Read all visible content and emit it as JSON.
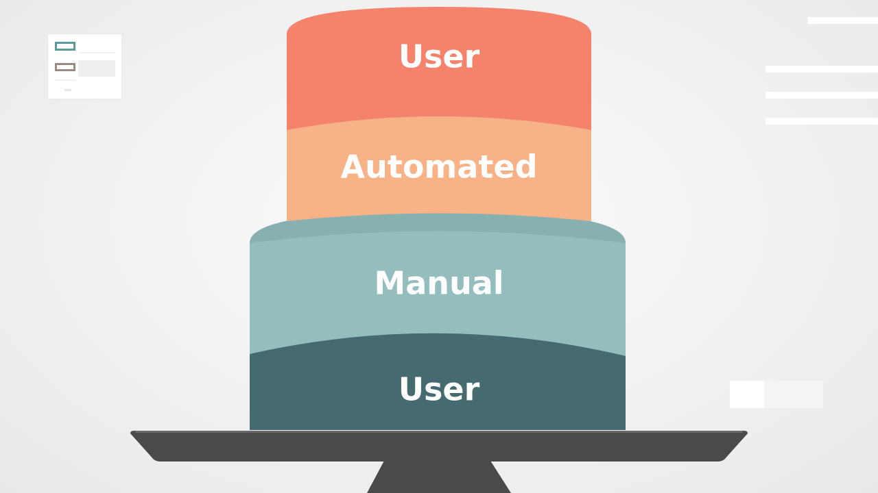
{
  "layers": [
    {
      "label": "User",
      "color": "#f5836c"
    },
    {
      "label": "Automated",
      "color": "#f7b287"
    },
    {
      "label": "Manual",
      "color": "#94bebd"
    },
    {
      "label": "User",
      "color": "#456a6f"
    }
  ],
  "stand_color": "#4a4a4a"
}
